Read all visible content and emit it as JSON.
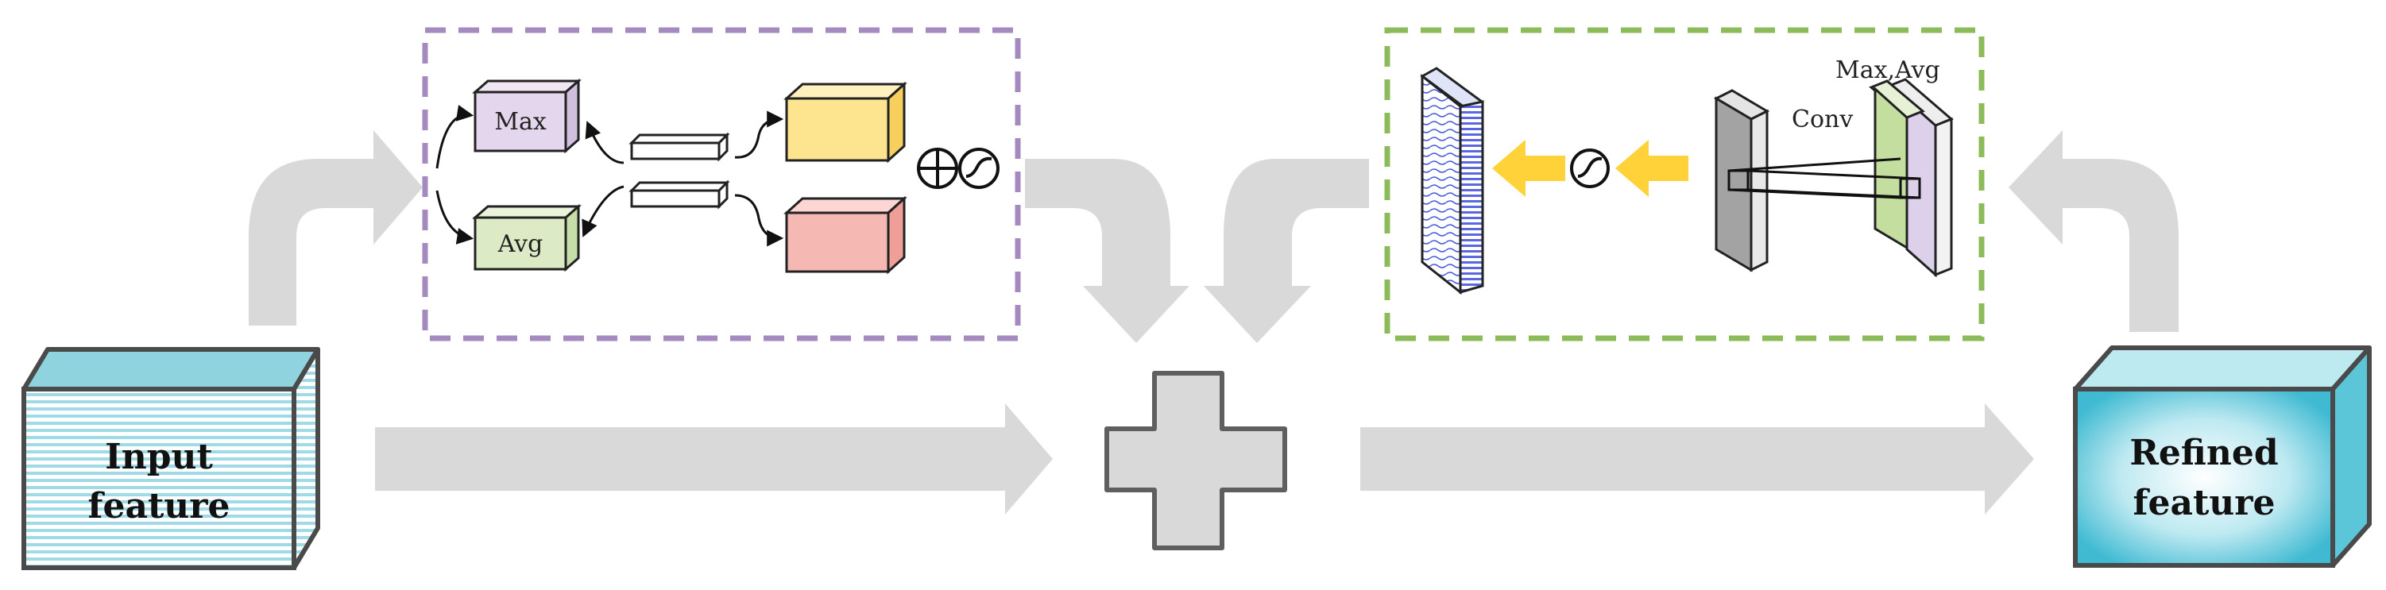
{
  "diagram": {
    "input_label_line1": "Input",
    "input_label_line2": "feature",
    "output_label_line1": "Refined",
    "output_label_line2": "feature",
    "channel_module": {
      "max_label": "Max",
      "avg_label": "Avg"
    },
    "spatial_module": {
      "maxavg_label": "Max,Avg",
      "conv_label": "Conv"
    }
  },
  "colors": {
    "flow_arrow": "#d9d9d9",
    "input_cube": "#b4e4ec",
    "output_cube": "#4cc3d9",
    "channel_border": "#a58ac0",
    "spatial_border": "#8cbc5a",
    "max_box": "#e4d6ec",
    "avg_box": "#dcebc5",
    "yellow_block": "#fde58f",
    "pink_block": "#f5b8b3",
    "yellow_arrow": "#ffd23a",
    "plus_sign": "#d9d9d9",
    "attention_map": "#d0d4f4"
  },
  "icons": [
    "plus-sign-icon",
    "sigmoid-icon",
    "elementwise-sum-icon"
  ]
}
